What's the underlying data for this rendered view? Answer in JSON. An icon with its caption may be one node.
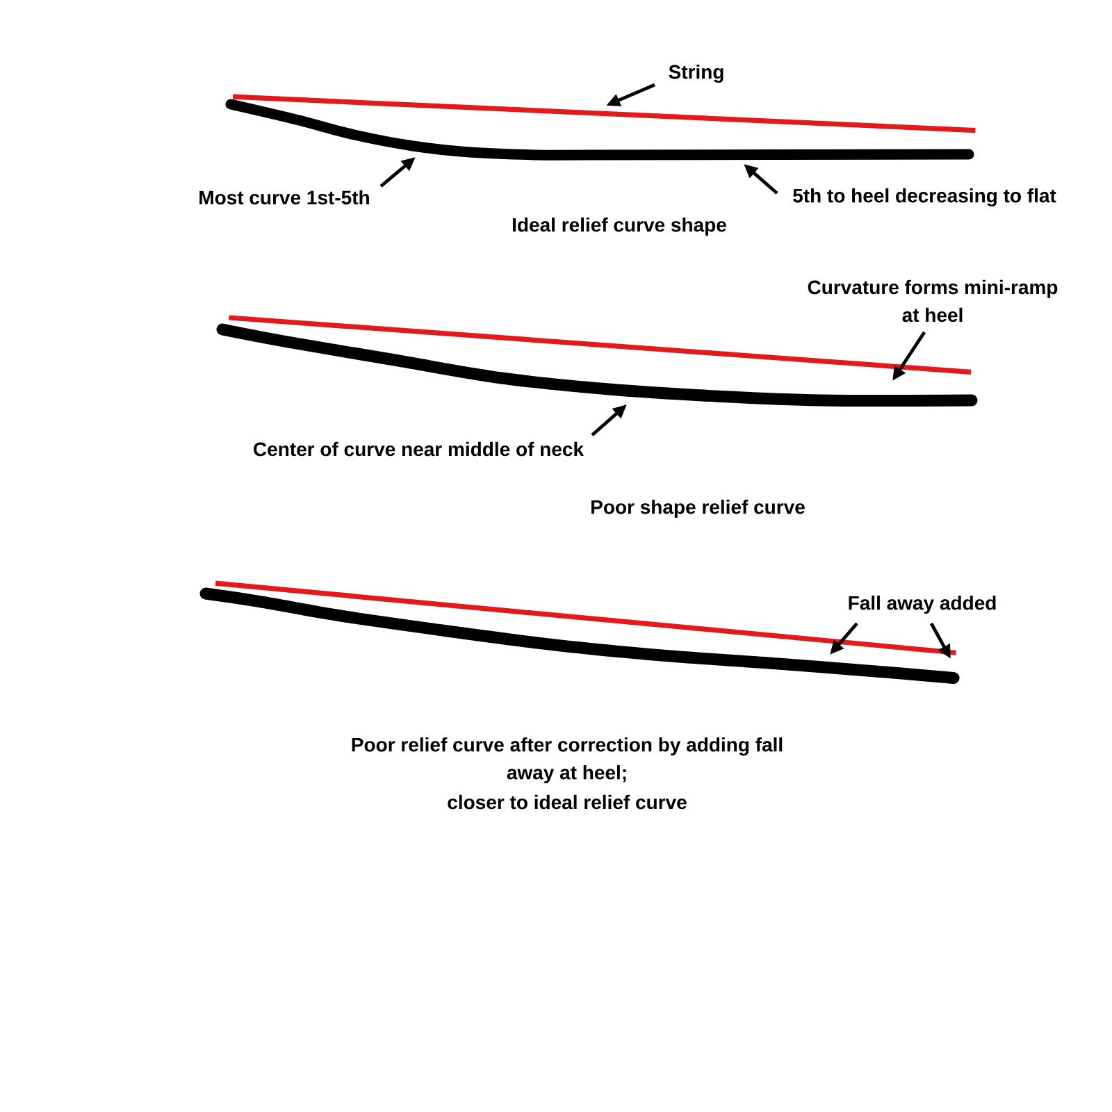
{
  "diagram": {
    "nodes": [
      {
        "text": [
          "String"
        ]
      },
      {
        "text": [],
        "shape": "line"
      },
      {
        "text": [],
        "shape": "curve"
      },
      {
        "text": [
          "Most curve 1st-5th"
        ]
      },
      {
        "text": [
          "5th to heel decreasing to flat"
        ]
      },
      {
        "text": [
          "Curvature forms mini-ramp at heel"
        ]
      },
      {
        "text": [],
        "shape": "line"
      },
      {
        "text": [],
        "shape": "curve"
      },
      {
        "text": [
          "Center of curve near middle of neck"
        ]
      },
      {
        "text": [
          "Fall away added"
        ]
      },
      {
        "text": [],
        "shape": "line"
      },
      {
        "text": [],
        "shape": "curve"
      }
    ],
    "edges": [
      {
        "from": 0,
        "to": 1,
        "arrow": "to"
      },
      {
        "from": 3,
        "to": 2,
        "arrow": "to"
      },
      {
        "from": 4,
        "to": 2,
        "arrow": "to"
      },
      {
        "from": 5,
        "to": 7,
        "arrow": "to"
      },
      {
        "from": 8,
        "to": 7,
        "arrow": "to"
      },
      {
        "from": 9,
        "to": 11,
        "arrow": "to"
      },
      {
        "from": 9,
        "to": 11,
        "arrow": "to"
      }
    ],
    "labels": [
      "Ideal relief curve shape",
      "Poor shape relief curve",
      "Poor relief curve after correction by adding fall away at heel;",
      "closer to ideal relief curve"
    ]
  }
}
